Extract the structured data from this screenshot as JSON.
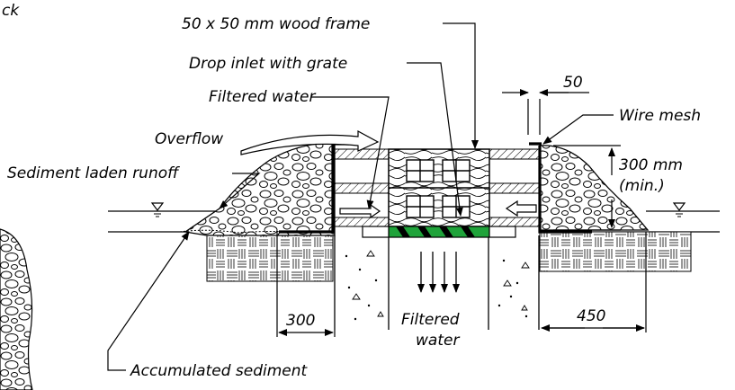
{
  "labels": {
    "top_left_fragment": "ck",
    "wood_frame": "50 x 50 mm wood frame",
    "drop_inlet": "Drop inlet with grate",
    "filtered_water_top": "Filtered water",
    "overflow": "Overflow",
    "sediment_runoff": "Sediment laden runoff",
    "wire_mesh": "Wire mesh",
    "height_value": "300 mm",
    "height_min": "(min.)",
    "dim_top": "50",
    "dim_left": "300",
    "dim_right": "450",
    "filtered_water_bottom_1": "Filtered",
    "filtered_water_bottom_2": "water",
    "accumulated_sediment": "Accumulated sediment"
  },
  "colors": {
    "line": "#000000",
    "grate_green": "#1fa33a",
    "background": "#ffffff"
  }
}
